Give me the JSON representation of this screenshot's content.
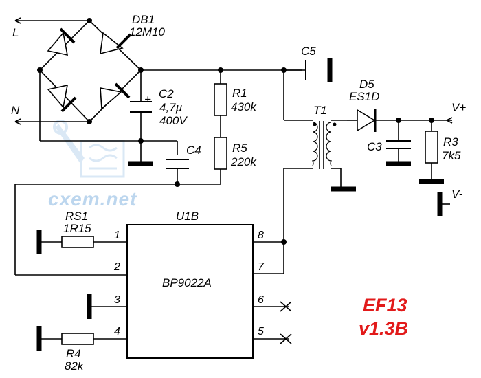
{
  "schematic": {
    "terminals": {
      "line": "L",
      "neutral": "N",
      "vplus": "V+",
      "vminus": "V-"
    },
    "bridge": {
      "ref": "DB1",
      "value": "12M10"
    },
    "c2": {
      "ref": "C2",
      "value": "4,7µ",
      "voltage": "400V",
      "polarity": "+"
    },
    "c4": {
      "ref": "C4"
    },
    "c5": {
      "ref": "C5"
    },
    "r1": {
      "ref": "R1",
      "value": "430k"
    },
    "r5": {
      "ref": "R5",
      "value": "220k"
    },
    "t1": {
      "ref": "T1"
    },
    "d5": {
      "ref": "D5",
      "value": "ES1D"
    },
    "c3": {
      "ref": "C3"
    },
    "r3": {
      "ref": "R3",
      "value": "7k5"
    },
    "rs1": {
      "ref": "RS1",
      "value": "1R15"
    },
    "r4": {
      "ref": "R4",
      "value": "82k"
    },
    "ic": {
      "ref": "U1B",
      "part": "BP9022A",
      "pins": [
        "1",
        "2",
        "3",
        "4",
        "5",
        "6",
        "7",
        "8"
      ]
    },
    "watermark": "cxem.net",
    "version": {
      "line1": "EF13",
      "line2": "v1.3B"
    }
  }
}
